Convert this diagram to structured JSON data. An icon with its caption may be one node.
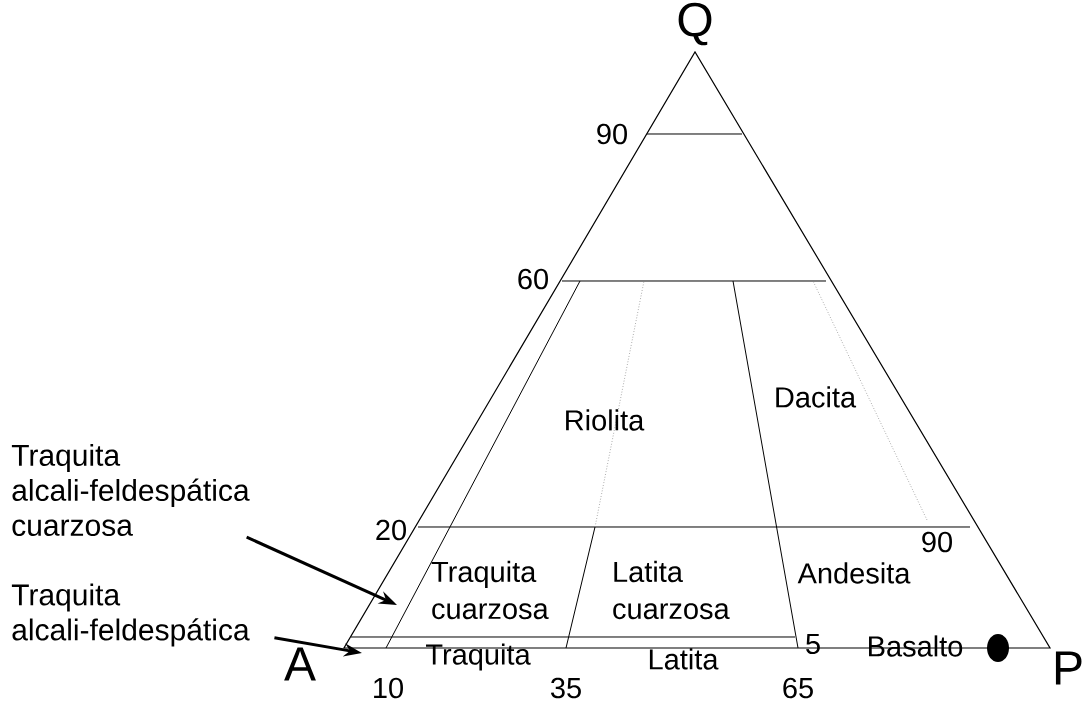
{
  "diagram": {
    "nodes": [
      {
        "text": [
          "Traquita alcali-feldespática cuarzosa"
        ]
      },
      {
        "text": [
          "Traquita alcali-feldespática"
        ]
      }
    ],
    "edges": [
      {
        "from": 0,
        "to": null,
        "arrow": "to"
      },
      {
        "from": 1,
        "to": null,
        "arrow": "to"
      }
    ],
    "labels": [
      "Q",
      "90",
      "60",
      "Dacita",
      "Riolita",
      "20",
      "90",
      "Traquita cuarzosa",
      "Latita cuarzosa",
      "Andesita",
      "Traquita",
      "Latita",
      "5",
      "Basalto",
      "A",
      "10",
      "35",
      "65",
      "P"
    ]
  }
}
